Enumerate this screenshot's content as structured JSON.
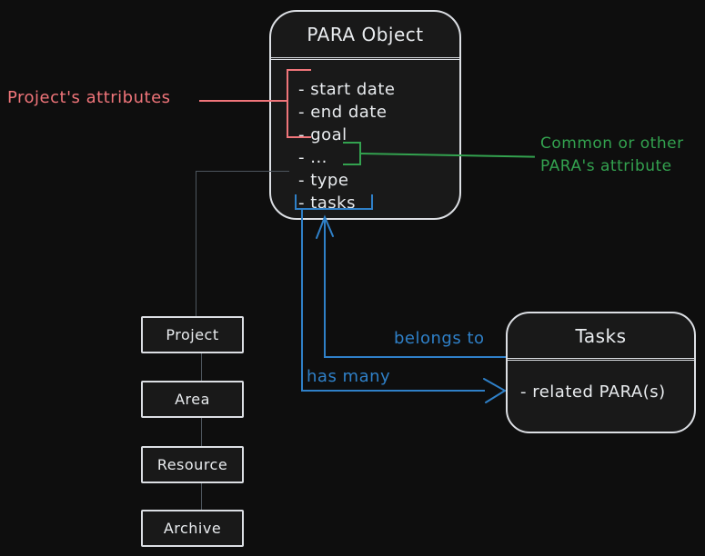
{
  "colors": {
    "background": "#0e0e0e",
    "surface": "#191919",
    "stroke": "#dcdfe4",
    "text": "#e9ecef",
    "red": "#f0757a",
    "green": "#33a24f",
    "blue": "#2f80c8",
    "gray": "#4d565e"
  },
  "para_box": {
    "title": "PARA Object",
    "attributes": [
      "- start date",
      "- end date",
      "- goal",
      "- ...",
      "- type",
      "- tasks"
    ]
  },
  "tasks_box": {
    "title": "Tasks",
    "attributes": [
      "- related PARA(s)"
    ]
  },
  "annotations": {
    "project_attributes_label": "Project's attributes",
    "common_attribute_line1": "Common or other",
    "common_attribute_line2": "PARA's attribute"
  },
  "relationships": {
    "belongs_to_label": "belongs to",
    "has_many_label": "has many"
  },
  "type_boxes": [
    "Project",
    "Area",
    "Resource",
    "Archive"
  ]
}
